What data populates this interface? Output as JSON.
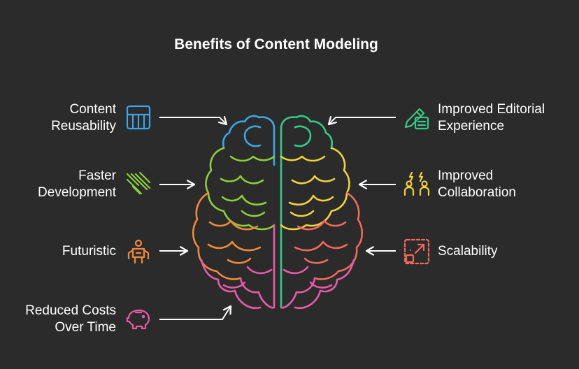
{
  "title": "Benefits of Content Modeling",
  "left_items": [
    {
      "label": "Content\nReusability",
      "icon": "grid-table-icon",
      "color": "#3aa6e8"
    },
    {
      "label": "Faster\nDevelopment",
      "icon": "speed-lines-icon",
      "color": "#8bcf3b"
    },
    {
      "label": "Futuristic",
      "icon": "robot-person-icon",
      "color": "#f08a3a"
    },
    {
      "label": "Reduced Costs\nOver Time",
      "icon": "piggy-bank-icon",
      "color": "#e85aa8"
    }
  ],
  "right_items": [
    {
      "label": "Improved Editorial\nExperience",
      "icon": "pencil-document-icon",
      "color": "#34c98a"
    },
    {
      "label": "Improved\nCollaboration",
      "icon": "people-lightning-icon",
      "color": "#f0d23a"
    },
    {
      "label": "Scalability",
      "icon": "expand-arrow-icon",
      "color": "#f06a5a"
    }
  ],
  "colors": {
    "background": "#2b2b2b",
    "arrow": "#ffffff",
    "brain_blue": "#3aa6e8",
    "brain_green": "#8bcf3b",
    "brain_orange": "#f08a3a",
    "brain_pink": "#e85aa8",
    "brain_teal": "#34c98a",
    "brain_yellow": "#f0d23a",
    "brain_red": "#f06a5a"
  }
}
